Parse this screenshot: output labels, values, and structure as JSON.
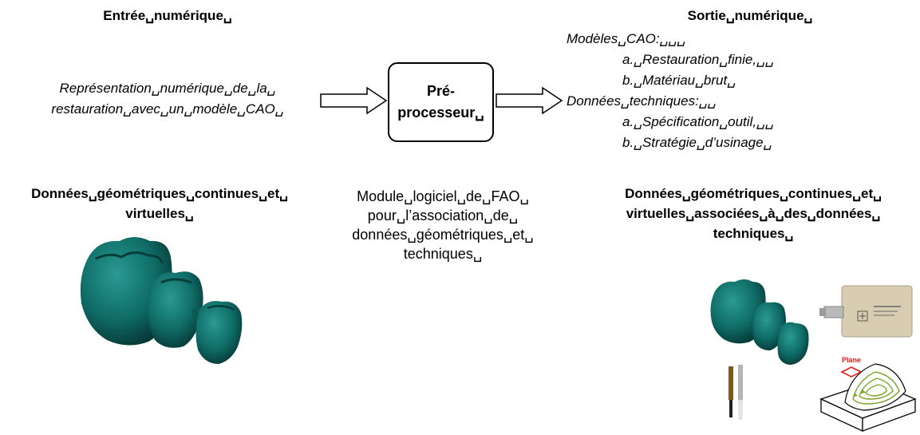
{
  "input": {
    "title": "Entrée␣numérique␣",
    "line1": "Représentation␣numérique␣de␣la␣",
    "line2": "restauration␣avec␣un␣modèle␣CAO␣"
  },
  "output": {
    "title": "Sortie␣numérique␣",
    "cad_models": "Modèles␣CAO:␣␣␣",
    "cad_a": "a.␣Restauration␣finie,␣␣",
    "cad_b": "b.␣Matériau␣brut␣",
    "tech_data": "Données␣techniques:␣␣",
    "tech_a": "a.␣Spécification␣outil,␣␣",
    "tech_b": "b.␣Stratégie␣d’usinage␣"
  },
  "processor": {
    "line1": "Pré-",
    "line2": "processeur␣"
  },
  "left_bottom": {
    "line1": "Données␣géométriques␣continues␣et␣",
    "line2": "virtuelles␣"
  },
  "module": {
    "line1": "Module␣logiciel␣de␣FAO␣",
    "line2": "pour␣l’association␣de␣",
    "line3": "données␣géométriques␣et␣",
    "line4": "techniques␣"
  },
  "right_bottom": {
    "line1": "Données␣géométriques␣continues␣et␣",
    "line2": "virtuelles␣associées␣à␣des␣données␣",
    "line3": "techniques␣"
  },
  "toolpath": {
    "plane_label": "Plane"
  },
  "colors": {
    "teeth": "#0f6b66",
    "teeth_dark": "#08413e",
    "plane": "#e0201a",
    "toolpath": "#7aa52a"
  }
}
